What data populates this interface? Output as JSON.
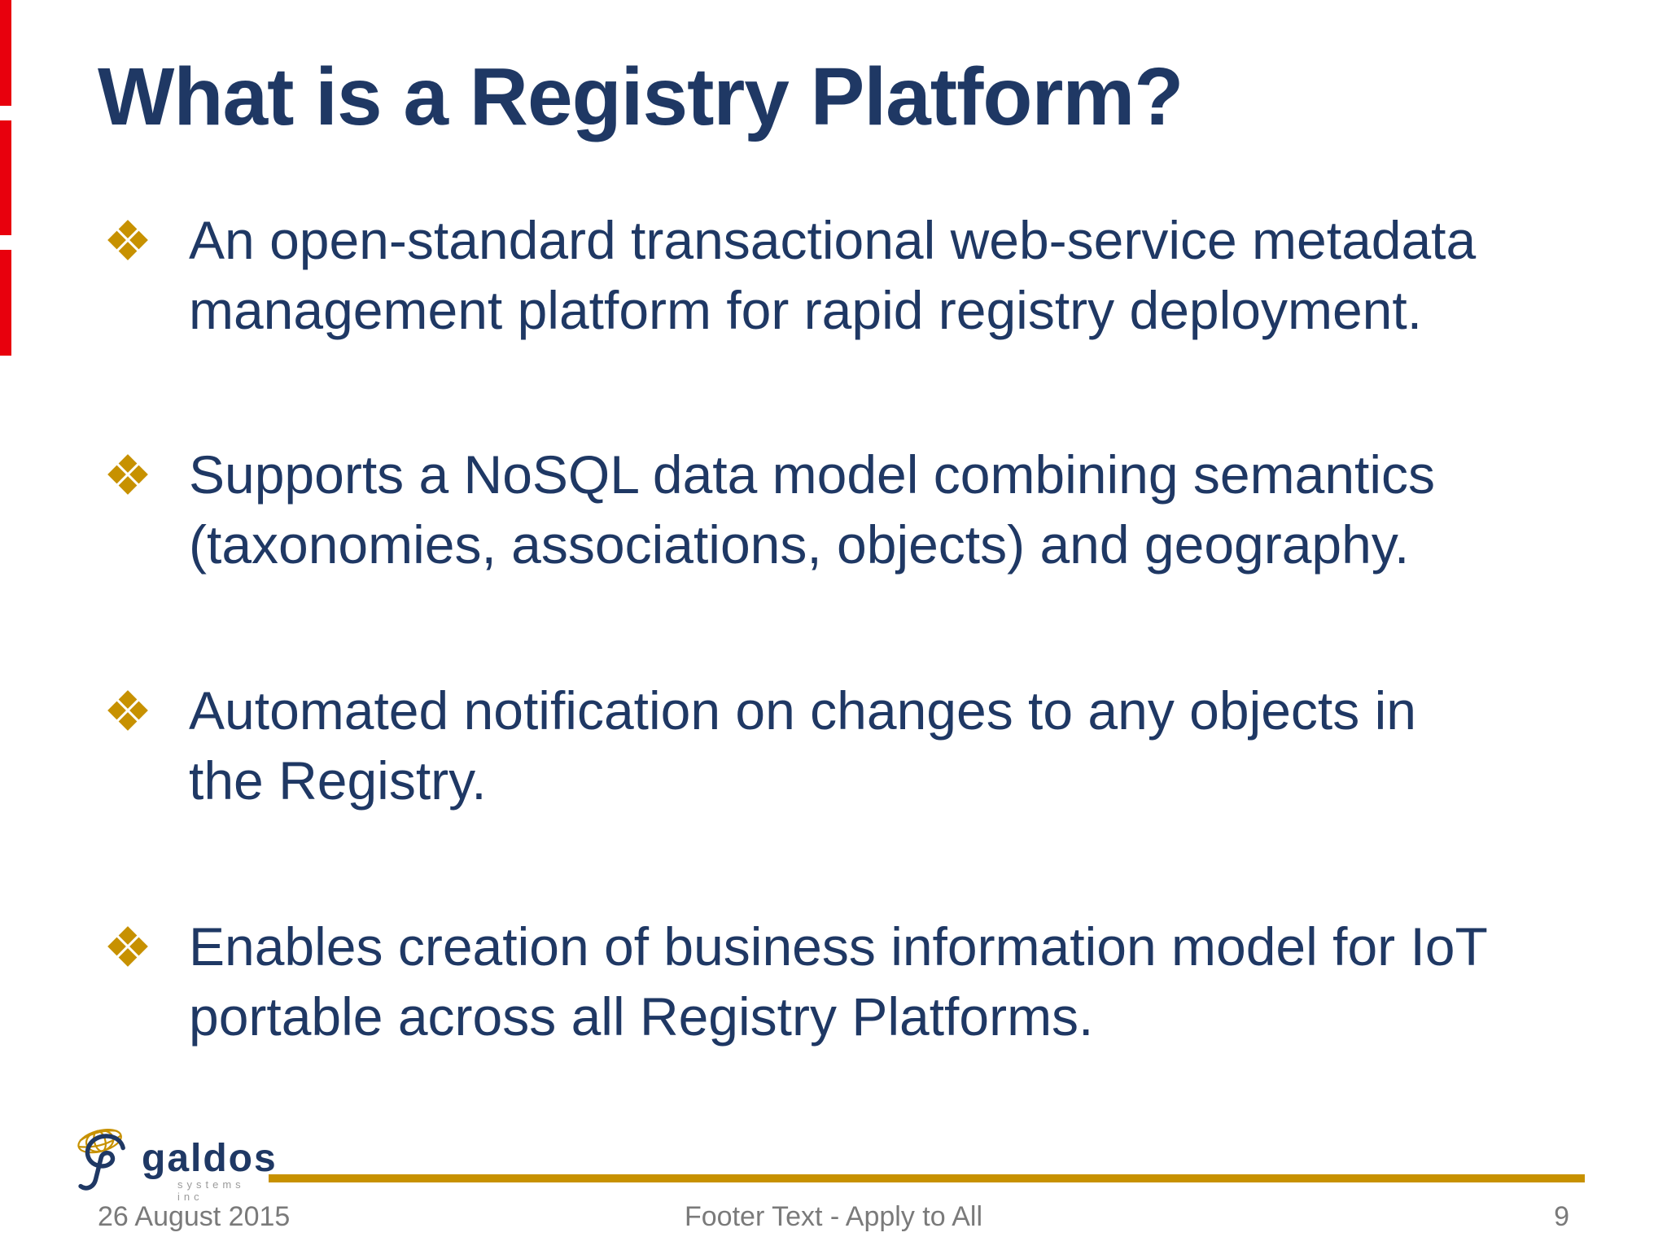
{
  "slide": {
    "title": "What is a Registry Platform?",
    "bullets": [
      {
        "lines": [
          "An open-standard transactional web-service metadata",
          "management platform for rapid registry deployment."
        ]
      },
      {
        "lines": [
          "Supports a NoSQL data model combining semantics",
          "(taxonomies, associations, objects) and geography."
        ]
      },
      {
        "lines": [
          "Automated notification on changes to any objects in",
          "the Registry."
        ]
      },
      {
        "lines": [
          "Enables creation of business information model for IoT",
          "portable across all Registry Platforms."
        ]
      }
    ],
    "footer": {
      "date": "26 August 2015",
      "center_text": "Footer Text - Apply to All",
      "page_number": "9"
    },
    "logo": {
      "wordmark": "galdos",
      "subtext": "systems inc"
    },
    "icons": {
      "bullet": "four-diamonds",
      "logo_mark": "g-swoosh-with-wireframe-globe"
    },
    "colors": {
      "text_navy": "#1F3864",
      "accent_gold": "#C79100",
      "footer_gray": "#7A7A7A",
      "edge_red": "#E8000D",
      "background": "#FFFFFF"
    }
  }
}
